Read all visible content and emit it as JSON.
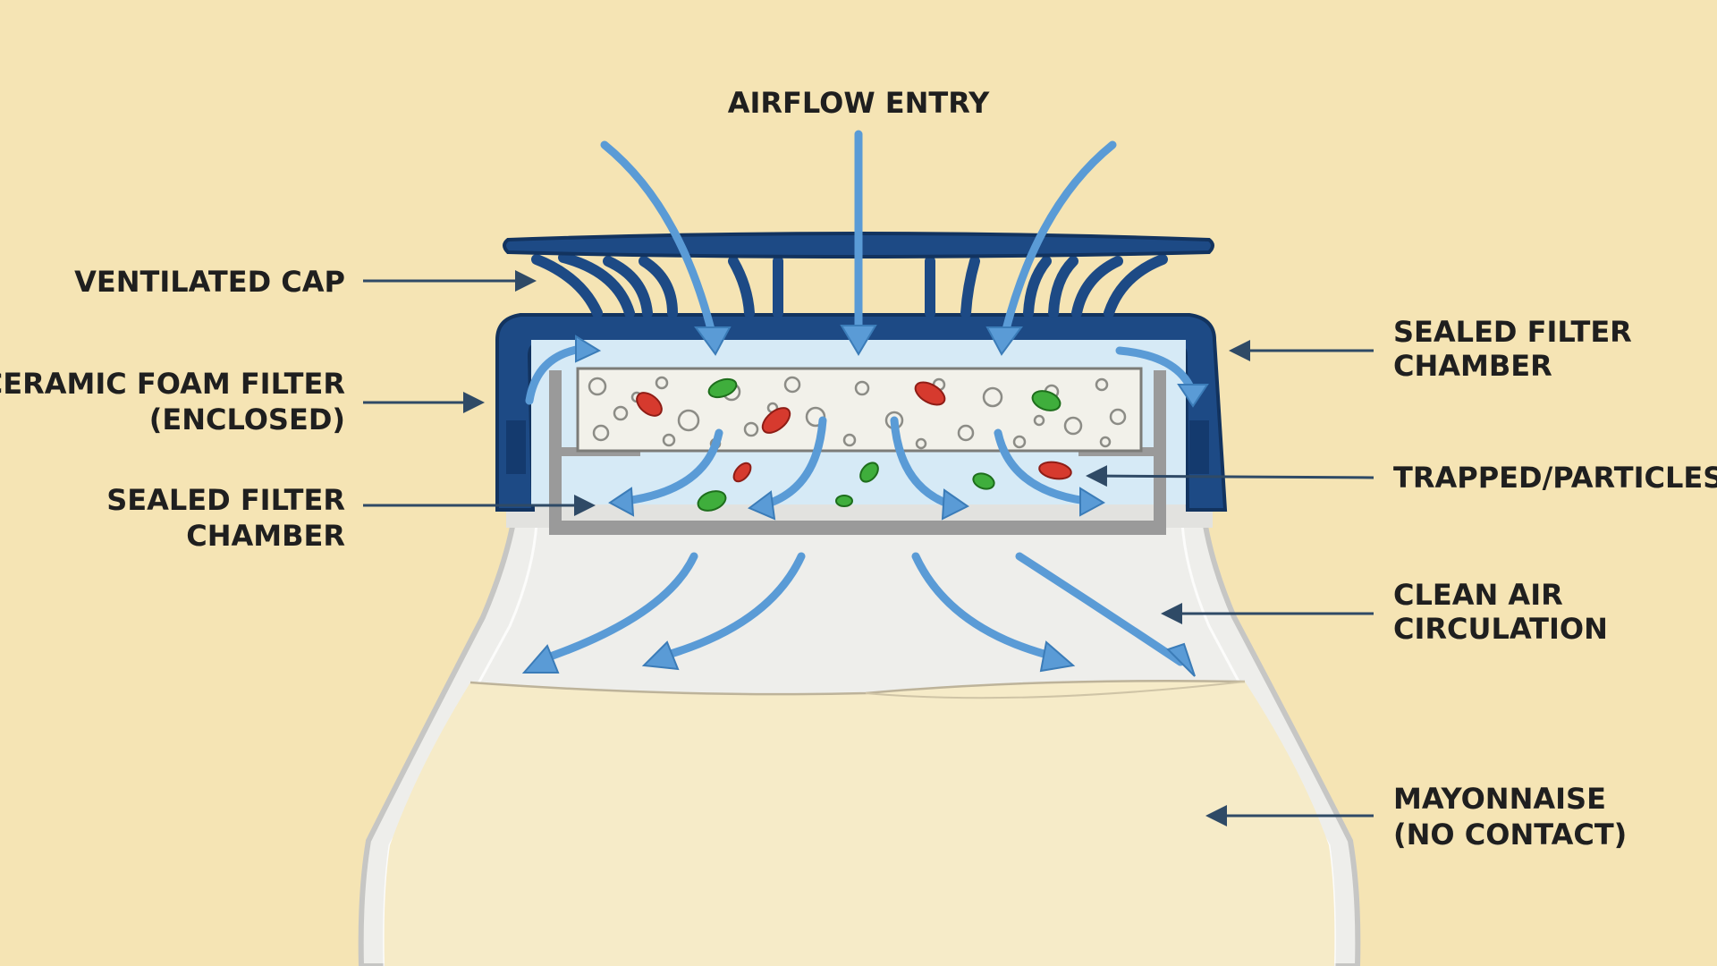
{
  "labels": {
    "airflow_entry": "AIRFLOW ENTRY",
    "ventilated_cap": "VENTILATED CAP",
    "ceramic_filter_1": "CERAMIC FOAM FILTER",
    "ceramic_filter_2": "(ENCLOSED)",
    "sealed_chamber_left_1": "SEALED FILTER",
    "sealed_chamber_left_2": "CHAMBER",
    "sealed_chamber_right_1": "SEALED FILTER",
    "sealed_chamber_right_2": "CHAMBER",
    "trapped_particles": "TRAPPED/PARTICLES",
    "clean_air_1": "CLEAN AIR",
    "clean_air_2": "CIRCULATION",
    "mayonnaise_1": "MAYONNAISE",
    "mayonnaise_2": "(NO CONTACT)"
  },
  "colors": {
    "background": "#f5e4b4",
    "cap": "#1d4a85",
    "cap_dark": "#143a6e",
    "airflow_arrow": "#5a9bd6",
    "filter_chamber": "#d6eaf6",
    "mayonnaise": "#f6ebc8",
    "jar_glass": "#eeeeeb",
    "bacteria_red": "#d63a2e",
    "bacteria_green": "#3fae3c",
    "leader_line": "#2f4a66"
  },
  "icons": [
    "arrow-icon",
    "bacteria-icon",
    "foam-pore-icon"
  ]
}
